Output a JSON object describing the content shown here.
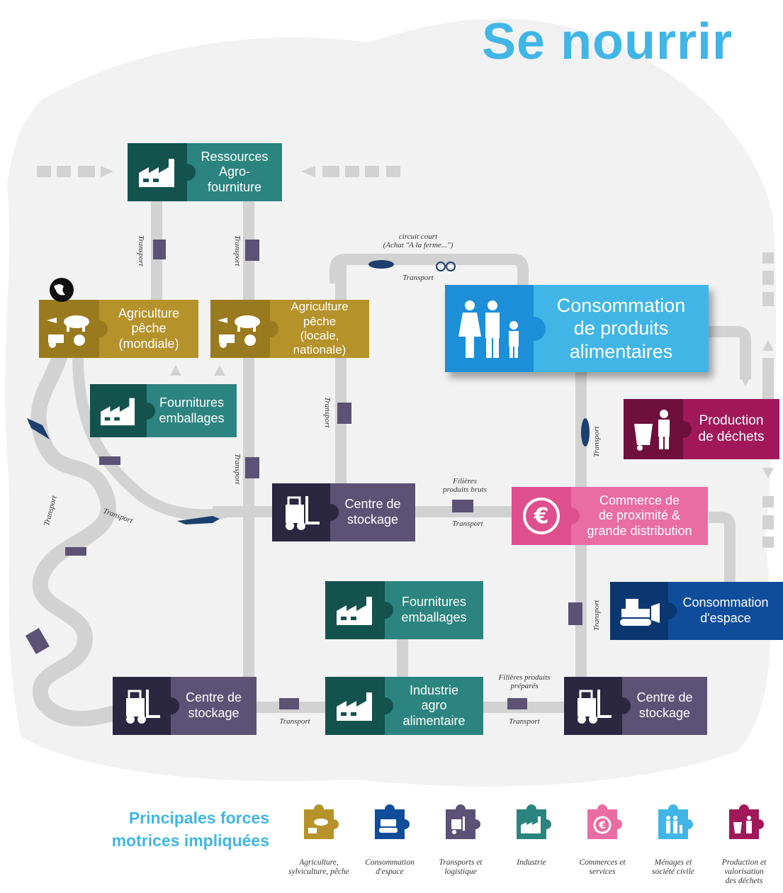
{
  "title": "Se nourrir",
  "nodes": {
    "ressources": "Ressources\nAgro-\nfourniture",
    "agri_mondiale": "Agriculture\npêche\n(mondiale)",
    "agri_locale": "Agriculture\npêche\n(locale, nationale)",
    "fournitures_1": "Fournitures\nemballages",
    "consommation_produits": "Consommation\nde produits\nalimentaires",
    "production_dechets": "Production\nde déchets",
    "centre_stockage_1": "Centre de\nstockage",
    "commerce": "Commerce de\nde proximité &\ngrande distribution",
    "fournitures_2": "Fournitures\nemballages",
    "consommation_espace": "Consommation\nd'espace",
    "centre_stockage_2": "Centre de\nstockage",
    "industrie": "Industrie\nagro\nalimentaire",
    "centre_stockage_3": "Centre de\nstockage"
  },
  "labels": {
    "circuit_court": "circuit court\n(Achat \"A la ferme...\")",
    "transport": "Transport",
    "filieres_bruts": "Filières\nproduits bruts",
    "filieres_prepares": "Filières produits\npréparés"
  },
  "legend": {
    "title": "Principales forces\nmotrices impliquées",
    "items": [
      {
        "caption": "Agriculture,\nsylviculture, pêche",
        "color": "#b5922a"
      },
      {
        "caption": "Consommation\nd'espace",
        "color": "#0f4c9a"
      },
      {
        "caption": "Transports et\nlogistique",
        "color": "#5b5275"
      },
      {
        "caption": "Industrie",
        "color": "#2b8480"
      },
      {
        "caption": "Commerces et\nservices",
        "color": "#e96ca3"
      },
      {
        "caption": "Ménages et\nsociété civile",
        "color": "#41b6e6"
      },
      {
        "caption": "Production et\nvalorisation\ndes déchets",
        "color": "#a0185a"
      }
    ]
  },
  "colors": {
    "accent_title": "#41b6e6",
    "agriculture": "#b5922a",
    "industrie_dark": "#14524d",
    "industrie_light": "#2b8480",
    "transport_dark": "#2b2740",
    "transport_light": "#5b5275",
    "menages_dark": "#1c8fd8",
    "menages_light": "#41b6e6",
    "commerce": "#e96ca3",
    "dechets_dark": "#6e0f3c",
    "dechets_light": "#a0185a",
    "espace_dark": "#0a3770",
    "espace_light": "#0f4c9a",
    "road": "#d2d2d2"
  }
}
